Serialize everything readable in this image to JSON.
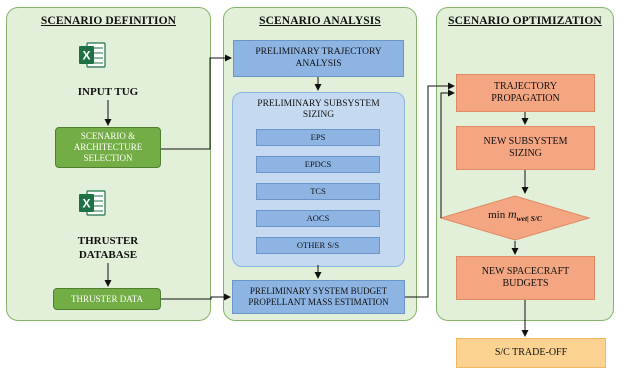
{
  "panels": {
    "definition": "SCENARIO DEFINITION",
    "analysis": "SCENARIO ANALYSIS",
    "optimization": "SCENARIO OPTIMIZATION"
  },
  "definition": {
    "input_tug": "INPUT TUG",
    "scenario_selection": [
      "SCENARIO &",
      "ARCHITECTURE",
      "SELECTION"
    ],
    "thruster_database": [
      "THRUSTER",
      "DATABASE"
    ],
    "thruster_data": "THRUSTER DATA",
    "excel_icon_letter": "X"
  },
  "analysis": {
    "preliminary_trajectory": [
      "PRELIMINARY TRAJECTORY",
      "ANALYSIS"
    ],
    "subsystem_sizing_title": [
      "PRELIMINARY SUBSYSTEM",
      "SIZING"
    ],
    "subsystems": [
      "EPS",
      "EPDCS",
      "TCS",
      "AOCS",
      "OTHER S/S"
    ],
    "system_budget": [
      "PRELIMINARY SYSTEM BUDGET",
      "PROPELLANT MASS ESTIMATION"
    ]
  },
  "optimization": {
    "trajectory_propagation": [
      "TRAJECTORY",
      "PROPAGATION"
    ],
    "new_subsystem_sizing": [
      "NEW SUBSYSTEM",
      "SIZING"
    ],
    "min_prefix": "min ",
    "min_var": "m",
    "min_sub": "wet| S/C",
    "new_budgets": [
      "NEW SPACECRAFT",
      "BUDGETS"
    ],
    "trade_off": "S/C TRADE-OFF"
  },
  "colors": {
    "panel_fill": "#e2f0d9",
    "green_box": "#73ad45",
    "blue_box": "#8db4e2",
    "orange_box": "#f4a582",
    "gold_box": "#fcd291",
    "excel_green": "#1e7145"
  }
}
